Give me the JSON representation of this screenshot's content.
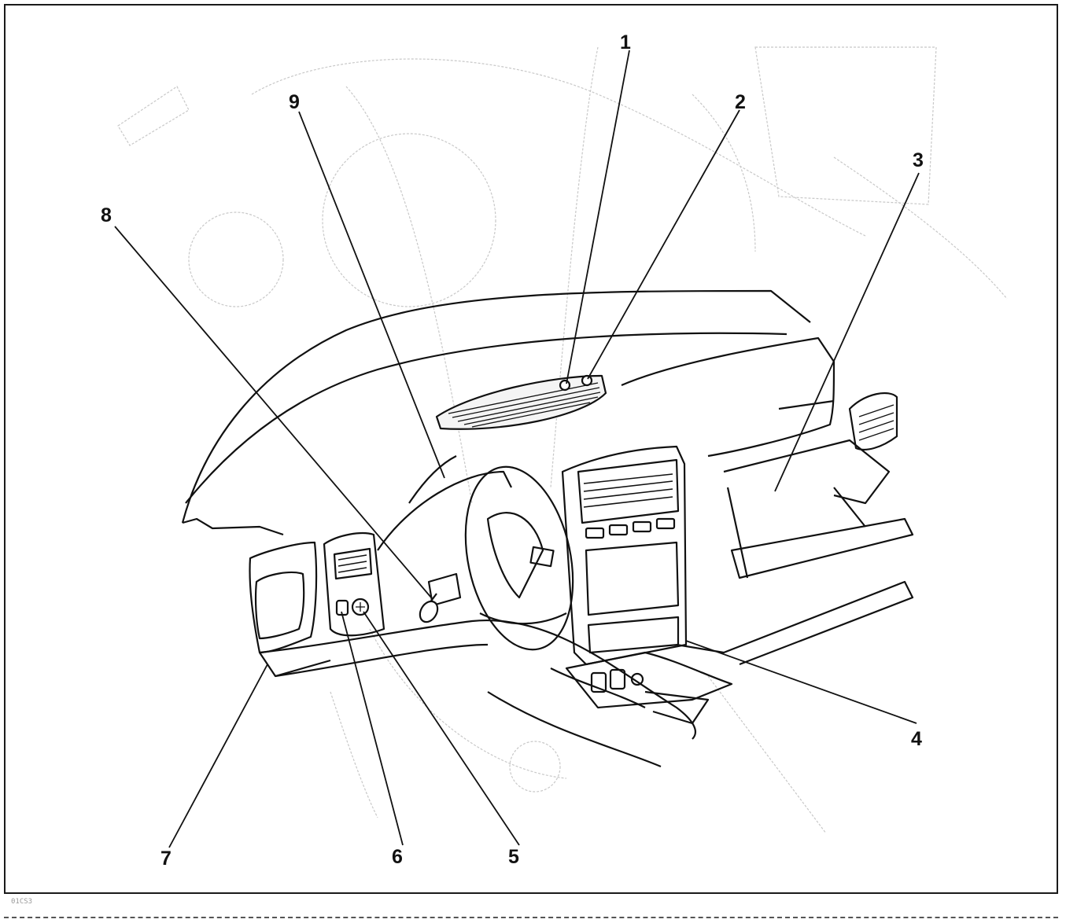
{
  "diagram": {
    "figure_code": "01CS3",
    "callouts": [
      {
        "id": "1",
        "label": "1"
      },
      {
        "id": "2",
        "label": "2"
      },
      {
        "id": "3",
        "label": "3"
      },
      {
        "id": "4",
        "label": "4"
      },
      {
        "id": "5",
        "label": "5"
      },
      {
        "id": "6",
        "label": "6"
      },
      {
        "id": "7",
        "label": "7"
      },
      {
        "id": "8",
        "label": "8"
      },
      {
        "id": "9",
        "label": "9"
      }
    ]
  }
}
